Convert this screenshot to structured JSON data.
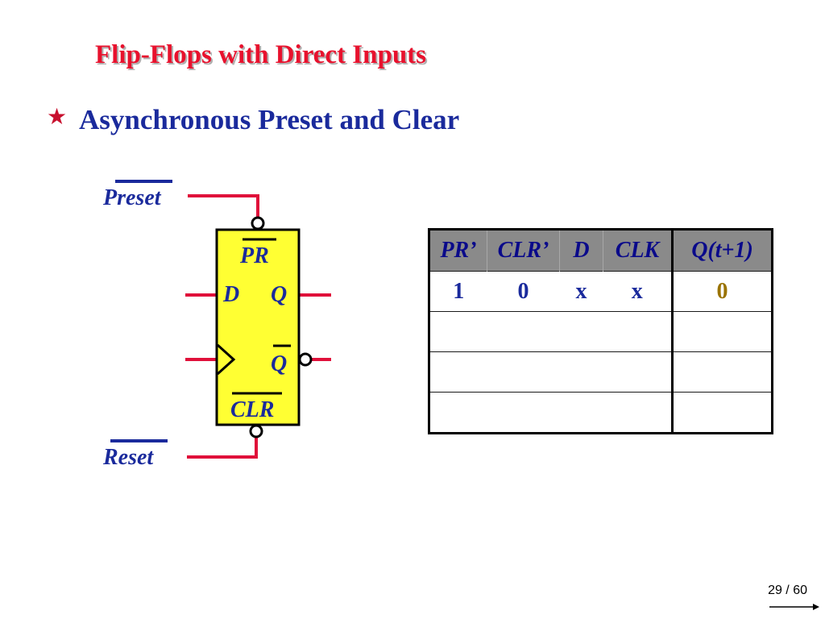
{
  "slide": {
    "title": "Flip-Flops with Direct Inputs",
    "bullet_icon": "star-icon",
    "bullet_text": "Asynchronous Preset and Clear"
  },
  "diagram": {
    "preset_label": "Preset",
    "reset_label": "Reset",
    "pr_label": "PR",
    "d_label": "D",
    "q_label": "Q",
    "qbar_label": "Q",
    "clr_label": "CLR",
    "colors": {
      "box_fill": "#ffff33",
      "wire": "#e0103a",
      "text": "#1a2a9c"
    }
  },
  "truth_table": {
    "headers": [
      "PR’",
      "CLR’",
      "D",
      "CLK",
      "Q(t+1)"
    ],
    "rows": [
      [
        "1",
        "0",
        "x",
        "x",
        "0"
      ],
      [
        "",
        "",
        "",
        "",
        ""
      ],
      [
        "",
        "",
        "",
        "",
        ""
      ],
      [
        "",
        "",
        "",
        "",
        ""
      ]
    ]
  },
  "footer": {
    "page": "29 / 60"
  }
}
